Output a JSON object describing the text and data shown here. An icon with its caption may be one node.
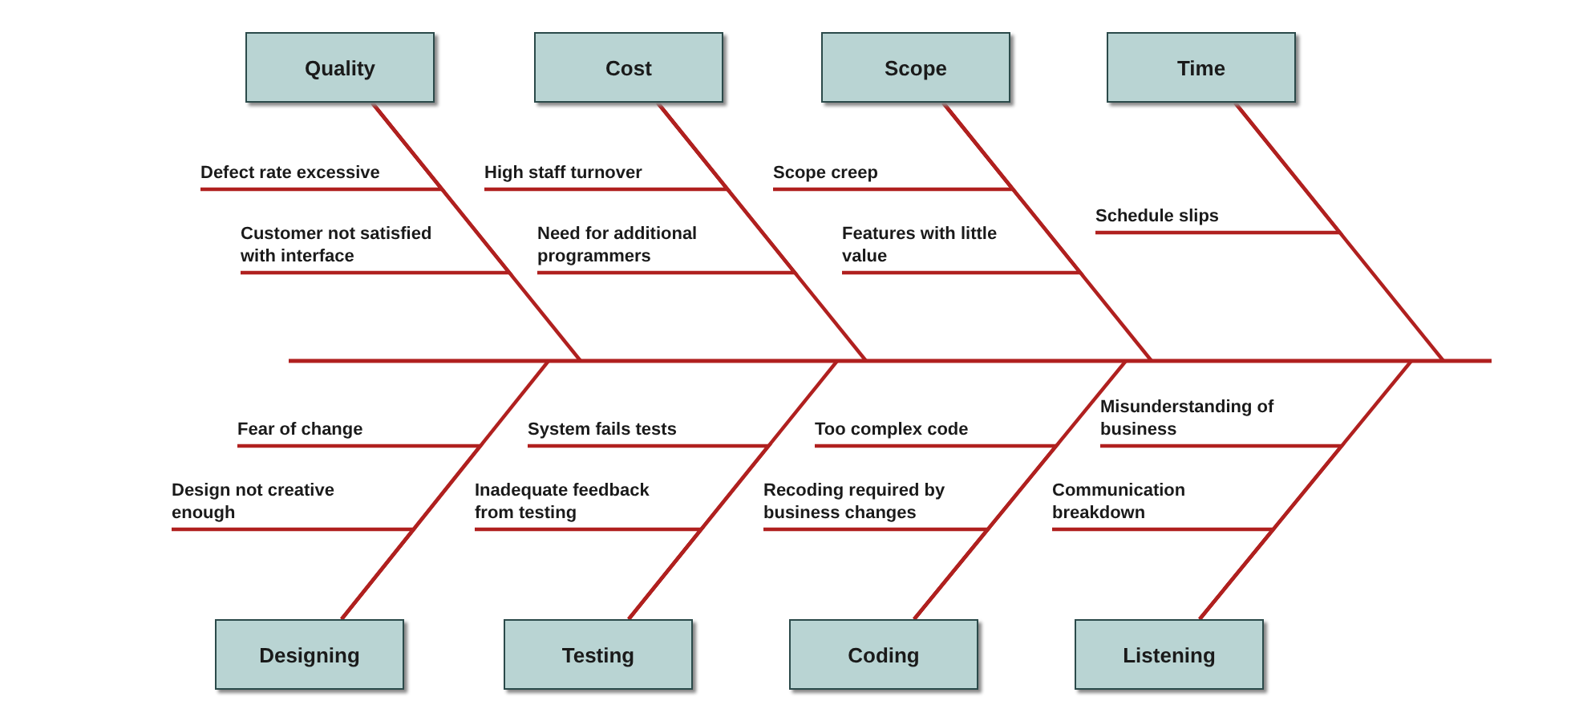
{
  "diagram": {
    "nodes": [
      {
        "text": [
          "Quality"
        ]
      },
      {
        "text": [
          "Cost"
        ]
      },
      {
        "text": [
          "Scope"
        ]
      },
      {
        "text": [
          "Time"
        ]
      },
      {
        "text": [
          "Designing"
        ]
      },
      {
        "text": [
          "Testing"
        ]
      },
      {
        "text": [
          "Coding"
        ]
      },
      {
        "text": [
          "Listening"
        ]
      },
      {
        "text": [
          "Defect rate excessive"
        ]
      },
      {
        "text": [
          "Customer not satisfied with interface"
        ]
      },
      {
        "text": [
          "High staff turnover"
        ]
      },
      {
        "text": [
          "Need for additional programmers"
        ]
      },
      {
        "text": [
          "Scope creep"
        ]
      },
      {
        "text": [
          "Features with little value"
        ]
      },
      {
        "text": [
          "Schedule slips"
        ]
      },
      {
        "text": [
          "Fear of change"
        ]
      },
      {
        "text": [
          "Design not creative enough"
        ]
      },
      {
        "text": [
          "System fails tests"
        ]
      },
      {
        "text": [
          "Inadequate feedback from testing"
        ]
      },
      {
        "text": [
          "Too complex code"
        ]
      },
      {
        "text": [
          "Recoding required by business changes"
        ]
      },
      {
        "text": [
          "Misunderstanding of business"
        ]
      },
      {
        "text": [
          "Communication breakdown"
        ]
      }
    ],
    "edges": [
      {
        "from": 0,
        "to": null,
        "arrow": "none"
      },
      {
        "from": 1,
        "to": null,
        "arrow": "none"
      },
      {
        "from": 2,
        "to": null,
        "arrow": "none"
      },
      {
        "from": 3,
        "to": null,
        "arrow": "none"
      },
      {
        "from": 4,
        "to": null,
        "arrow": "none"
      },
      {
        "from": 5,
        "to": null,
        "arrow": "none"
      },
      {
        "from": 6,
        "to": null,
        "arrow": "none"
      },
      {
        "from": 7,
        "to": null,
        "arrow": "none"
      },
      {
        "from": 8,
        "to": 0,
        "arrow": "none"
      },
      {
        "from": 9,
        "to": 0,
        "arrow": "none"
      },
      {
        "from": 10,
        "to": 1,
        "arrow": "none"
      },
      {
        "from": 11,
        "to": 1,
        "arrow": "none"
      },
      {
        "from": 12,
        "to": 2,
        "arrow": "none"
      },
      {
        "from": 13,
        "to": 2,
        "arrow": "none"
      },
      {
        "from": 14,
        "to": 3,
        "arrow": "none"
      },
      {
        "from": 15,
        "to": 4,
        "arrow": "none"
      },
      {
        "from": 16,
        "to": 4,
        "arrow": "none"
      },
      {
        "from": 17,
        "to": 5,
        "arrow": "none"
      },
      {
        "from": 18,
        "to": 5,
        "arrow": "none"
      },
      {
        "from": 19,
        "to": 6,
        "arrow": "none"
      },
      {
        "from": 20,
        "to": 6,
        "arrow": "none"
      },
      {
        "from": 21,
        "to": 7,
        "arrow": "none"
      },
      {
        "from": 22,
        "to": 7,
        "arrow": "none"
      }
    ]
  }
}
